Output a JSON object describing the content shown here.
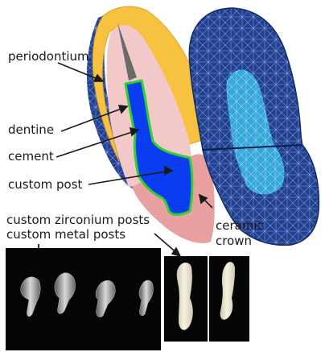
{
  "labels": {
    "periodontium": "periodontium",
    "dentine": "dentine",
    "cement": "cement",
    "custom_post": "custom post",
    "ceramic": "ceramic",
    "crown": "crown",
    "zirconium_posts": "custom zirconium posts",
    "metal_posts": "custom metal posts"
  },
  "colors": {
    "periodontium": "#f6c23f",
    "dentine": "#f3c8c8",
    "cement": "#2ed22e",
    "custom_post": "#0b3df0",
    "ceramic_crown": "#e8a0a0",
    "mesh_blue": "#1f3f8e",
    "mesh_light": "#2fc0e8",
    "photo_background": "#050505",
    "zirconia_post": "#f0ecd8"
  },
  "icons": {
    "pointer_arrow": "down-arrow-icon"
  }
}
